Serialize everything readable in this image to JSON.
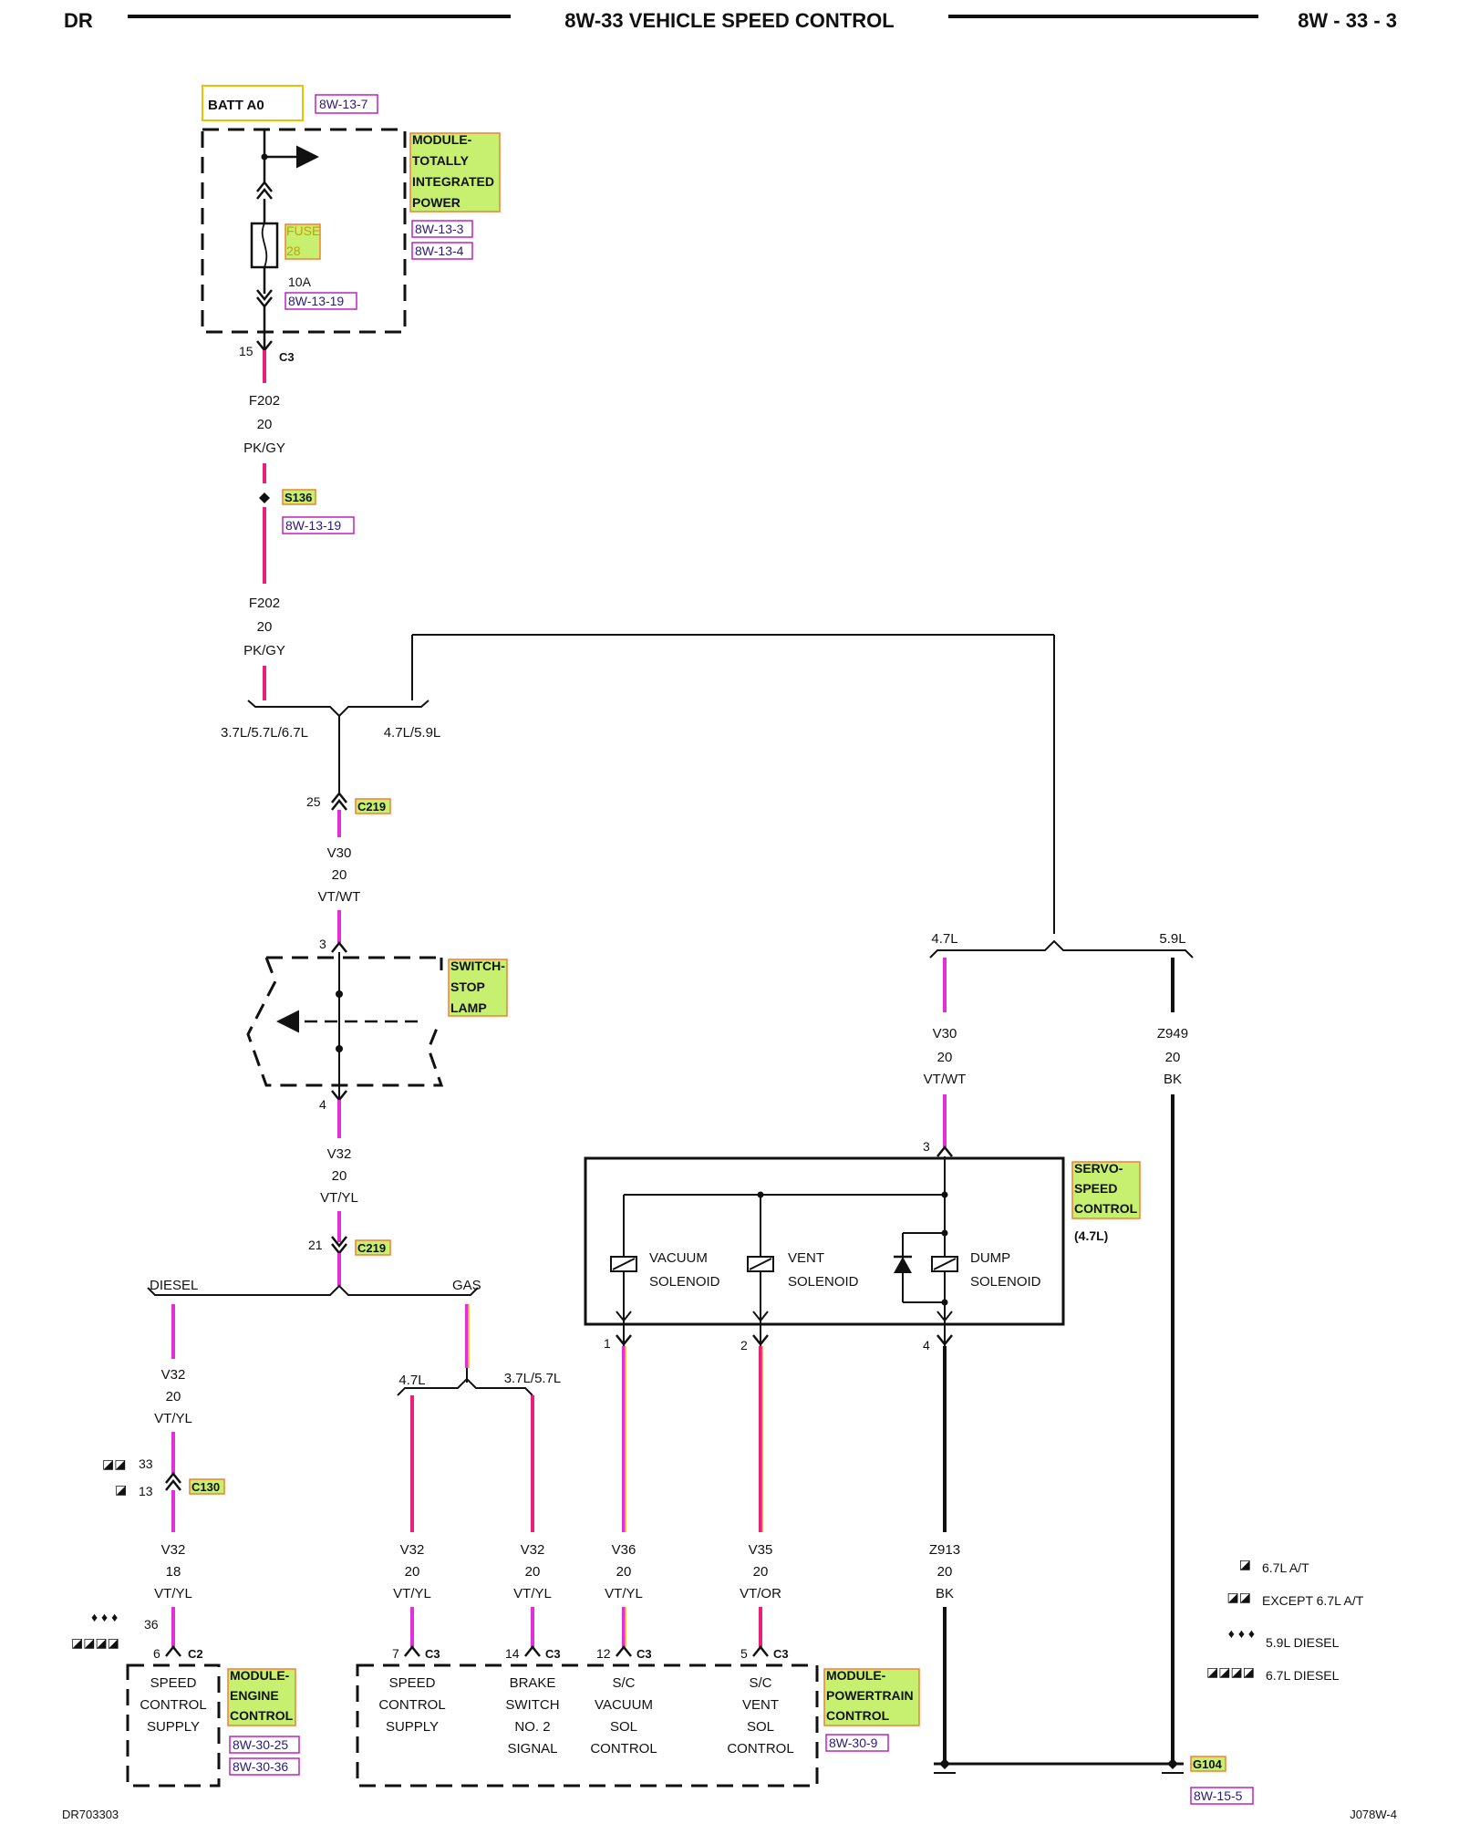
{
  "header": {
    "left": "DR",
    "title": "8W-33 VEHICLE SPEED CONTROL",
    "page": "8W - 33 - 3"
  },
  "footer": {
    "left": "DR703303",
    "right": "J078W-4"
  },
  "colors": {
    "wire_pink": "#e8207a",
    "wire_violet": "#e030d8",
    "wire_yellow": "#f0c000",
    "wire_black": "#111111",
    "highlight_green": "#c8f070",
    "highlight_border": "#f08030",
    "ref_border": "#c020c0"
  },
  "top": {
    "batt": "BATT A0",
    "batt_ref": "8W-13-7",
    "tipm_lines": [
      "MODULE-",
      "TOTALLY",
      "INTEGRATED",
      "POWER"
    ],
    "tipm_refs": [
      "8W-13-3",
      "8W-13-4"
    ],
    "fuse_lines": [
      "FUSE",
      "28"
    ],
    "fuse_rating": "10A",
    "fuse_ref": "8W-13-19",
    "c3_pin": "15",
    "c3": "C3",
    "wire1": [
      "F202",
      "20",
      "PK/GY"
    ],
    "splice": "S136",
    "splice_ref": "8W-13-19",
    "wire2": [
      "F202",
      "20",
      "PK/GY"
    ],
    "branch_left": "3.7L/5.7L/6.7L",
    "branch_right": "4.7L/5.9L"
  },
  "switch_section": {
    "c219_pin_top": "25",
    "c219_top": "C219",
    "wire_v30": [
      "V30",
      "20",
      "VT/WT"
    ],
    "pin_in": "3",
    "switch_lines": [
      "SWITCH-",
      "STOP",
      "LAMP"
    ],
    "pin_out": "4",
    "wire_v32": [
      "V32",
      "20",
      "VT/YL"
    ],
    "c219_pin_bottom": "21",
    "c219_bottom": "C219",
    "diesel": "DIESEL",
    "gas": "GAS"
  },
  "diesel_branch": {
    "wire_a": [
      "V32",
      "20",
      "VT/YL"
    ],
    "pin_33": "33",
    "pin_13": "13",
    "c130": "C130",
    "wire_b": [
      "V32",
      "18",
      "VT/YL"
    ],
    "pin_36": "36",
    "pin_6": "6",
    "c2": "C2",
    "ecm_func": [
      "SPEED",
      "CONTROL",
      "SUPPLY"
    ],
    "ecm_lines": [
      "MODULE-",
      "ENGINE",
      "CONTROL"
    ],
    "ecm_refs": [
      "8W-30-25",
      "8W-30-36"
    ]
  },
  "gas_branch": {
    "left": "4.7L",
    "right": "3.7L/5.7L",
    "wire_a": [
      "V32",
      "20",
      "VT/YL"
    ],
    "wire_b": [
      "V32",
      "20",
      "VT/YL"
    ],
    "wire_v36": [
      "V36",
      "20",
      "VT/YL"
    ],
    "wire_v35": [
      "V35",
      "20",
      "VT/OR"
    ],
    "wire_z913": [
      "Z913",
      "20",
      "BK"
    ]
  },
  "pcm": {
    "pins": [
      "7",
      "14",
      "12",
      "5"
    ],
    "conn": "C3",
    "funcs": [
      [
        "SPEED",
        "CONTROL",
        "SUPPLY"
      ],
      [
        "BRAKE",
        "SWITCH",
        "NO. 2",
        "SIGNAL"
      ],
      [
        "S/C",
        "VACUUM",
        "SOL",
        "CONTROL"
      ],
      [
        "S/C",
        "VENT",
        "SOL",
        "CONTROL"
      ]
    ],
    "lines": [
      "MODULE-",
      "POWERTRAIN",
      "CONTROL"
    ],
    "ref": "8W-30-9"
  },
  "servo": {
    "branch_left": "4.7L",
    "branch_right": "5.9L",
    "wire_v30": [
      "V30",
      "20",
      "VT/WT"
    ],
    "wire_z949": [
      "Z949",
      "20",
      "BK"
    ],
    "pin_in": "3",
    "lines": [
      "SERVO-",
      "SPEED",
      "CONTROL"
    ],
    "variant": "(4.7L)",
    "solenoids": [
      [
        "VACUUM",
        "SOLENOID"
      ],
      [
        "VENT",
        "SOLENOID"
      ],
      [
        "DUMP",
        "SOLENOID"
      ]
    ],
    "pins_out": [
      "1",
      "2",
      "4"
    ]
  },
  "ground": {
    "name": "G104",
    "ref": "8W-15-5"
  },
  "legend": [
    {
      "symbol": "◪",
      "text": "6.7L A/T"
    },
    {
      "symbol": "◪◪",
      "text": "EXCEPT 6.7L A/T"
    },
    {
      "symbol": "♦ ♦ ♦",
      "text": "5.9L DIESEL"
    },
    {
      "symbol": "◪◪◪◪",
      "text": "6.7L DIESEL"
    }
  ]
}
